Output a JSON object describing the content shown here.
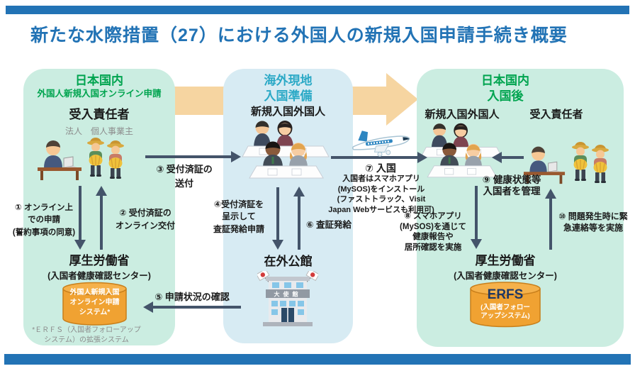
{
  "title": "新たな水際措置（27）における外国人の新規入国申請手続き概要",
  "colors": {
    "accent_blue": "#2273B5",
    "panel_mint": "#CBEDE1",
    "panel_blue": "#D7EBF3",
    "big_arrow_orange": "#F6D5A1",
    "flow_arrow": "#44546A",
    "cylinder_orange": "#F0A232",
    "green_text": "#00A44F",
    "teal_text": "#2BA9C6",
    "navy_text": "#1F3864"
  },
  "icons": {
    "host": "person-at-desk-icon",
    "farmers": "farmers-with-wheat-icon",
    "foreigners": "people-group-icon",
    "airplane": "airplane-icon",
    "embassy": "embassy-building-icon",
    "database": "database-cylinder-icon"
  },
  "panels": {
    "left": {
      "header_line1": "日本国内",
      "header_line2": "外国人新規入国オンライン申請",
      "actor": "受入責任者",
      "actor_sub": "法人　個人事業主",
      "ministry": "厚生労働省",
      "ministry_sub": "(入国者健康確認センター)",
      "db_label": "外国人新規入国\nオンライン申請\nシステム*",
      "footnote": "*ＥＲＦＳ（入国者フォローアップ\nシステム）の拡張システム"
    },
    "middle": {
      "header_line1": "海外現地",
      "header_line2": "入国準備",
      "actor": "新規入国外国人",
      "embassy": "在外公館",
      "embassy_sign": "大使館"
    },
    "right": {
      "header_line1": "日本国内",
      "header_line2": "入国後",
      "actor_left": "新規入国外国人",
      "actor_right": "受入責任者",
      "ministry": "厚生労働省",
      "ministry_sub": "(入国者健康確認センター)",
      "db_title": "ERFS",
      "db_sub": "(入国者フォロー\nアップシステム)"
    }
  },
  "steps": {
    "s1": "① オンライン上\nでの申請\n(誓約事項の同意)",
    "s2": "② 受付済証の\nオンライン交付",
    "s3": "③ 受付済証の\n送付",
    "s4": "④受付済証を\n呈示して\n査証発給申請",
    "s5": "⑤ 申請状況の確認",
    "s6": "⑥ 査証発給",
    "s7_title": "⑦ 入国",
    "s7_detail": "入国者はスマホアプリ\n(MySOS)をインストール\n(ファストトラック、Visit\nJapan Webサービスも利用可)",
    "s8": "⑧ スマホアプリ\n(MySOS)を通じて\n健康報告や\n居所確認を実施",
    "s9": "⑨ 健康状態等\n入国者を管理",
    "s10": "⑩ 問題発生時に緊\n急連絡等を実施"
  }
}
